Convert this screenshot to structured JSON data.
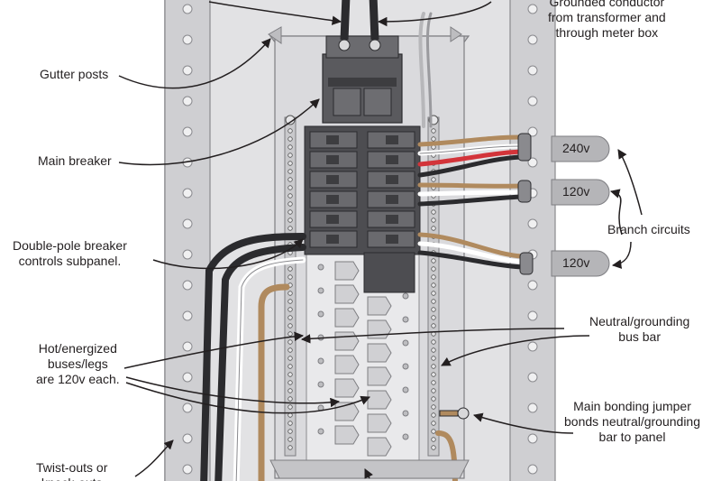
{
  "labels": {
    "grounded_conductor": [
      "Grounded conductor",
      "from transformer and",
      "through meter box"
    ],
    "gutter_posts": "Gutter posts",
    "main_breaker": "Main breaker",
    "double_pole": [
      "Double-pole breaker",
      "controls subpanel."
    ],
    "hot_buses": [
      "Hot/energized",
      "buses/legs",
      "are 120v each."
    ],
    "twist_outs": [
      "Twist-outs or",
      "knock-outs"
    ],
    "branch_circuits": "Branch circuits",
    "neutral_bus": [
      "Neutral/grounding",
      "bus bar"
    ],
    "bonding_jumper": [
      "Main bonding jumper",
      "bonds neutral/grounding",
      "bar to panel"
    ]
  },
  "voltages": [
    "240v",
    "120v",
    "120v"
  ],
  "colors": {
    "panel": "#d9d9db",
    "panel_edge": "#8a8a8e",
    "breaker": "#57575b",
    "wire_black": "#2b2b2e",
    "wire_red": "#d3343a",
    "wire_tan": "#b08a5e",
    "wire_white": "#ffffff",
    "text": "#231f20"
  }
}
